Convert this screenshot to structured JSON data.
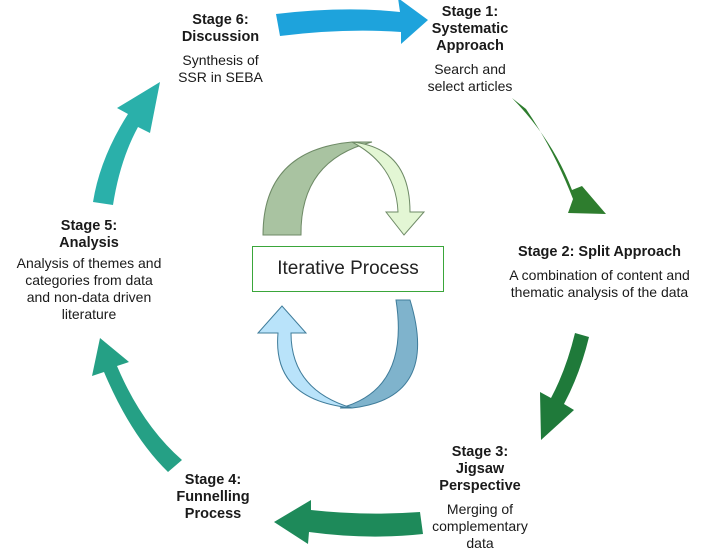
{
  "center_label": "Iterative Process",
  "stages": [
    {
      "id": "stage1",
      "title": "Stage 1:\nSystematic\nApproach",
      "description": "Search and\nselect articles",
      "arrow_color": "#2e7d2e"
    },
    {
      "id": "stage2",
      "title": "Stage 2: Split Approach",
      "description": "A combination of content and\nthematic analysis of the data",
      "arrow_color": "#1f7a3a"
    },
    {
      "id": "stage3",
      "title": "Stage 3:\nJigsaw\nPerspective",
      "description": "Merging of\ncomplementary\ndata",
      "arrow_color": "#1e8a5a"
    },
    {
      "id": "stage4",
      "title": "Stage 4:\nFunnelling\nProcess",
      "description": "",
      "arrow_color": "#25a085"
    },
    {
      "id": "stage5",
      "title": "Stage 5:\nAnalysis",
      "description": "Analysis of themes and\ncategories from data\nand non-data driven\nliterature",
      "arrow_color": "#2ab0aa"
    },
    {
      "id": "stage6",
      "title": "Stage 6:\nDiscussion",
      "description": "Synthesis of\nSSR in SEBA",
      "arrow_color": "#1ea3dc"
    }
  ],
  "loop_colors": {
    "top_back": "#a9c3a1",
    "top_front": "#e3f6d4",
    "bottom_back": "#7fb3cc",
    "bottom_front": "#b9e3fa"
  }
}
